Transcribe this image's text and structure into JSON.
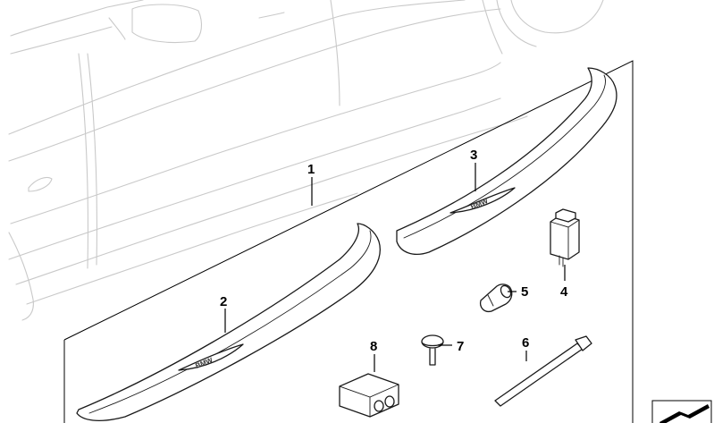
{
  "parts": [
    {
      "id": "part-1",
      "callout": "1"
    },
    {
      "id": "part-2",
      "callout": "2"
    },
    {
      "id": "part-3",
      "callout": "3"
    },
    {
      "id": "part-4",
      "callout": "4"
    },
    {
      "id": "part-5",
      "callout": "5"
    },
    {
      "id": "part-6",
      "callout": "6"
    },
    {
      "id": "part-7",
      "callout": "7"
    },
    {
      "id": "part-8",
      "callout": "8"
    }
  ],
  "emblem_text": "BMW",
  "colors": {
    "line": "#1a1a1a",
    "car_outline": "#c9c9c9",
    "background": "#ffffff"
  }
}
